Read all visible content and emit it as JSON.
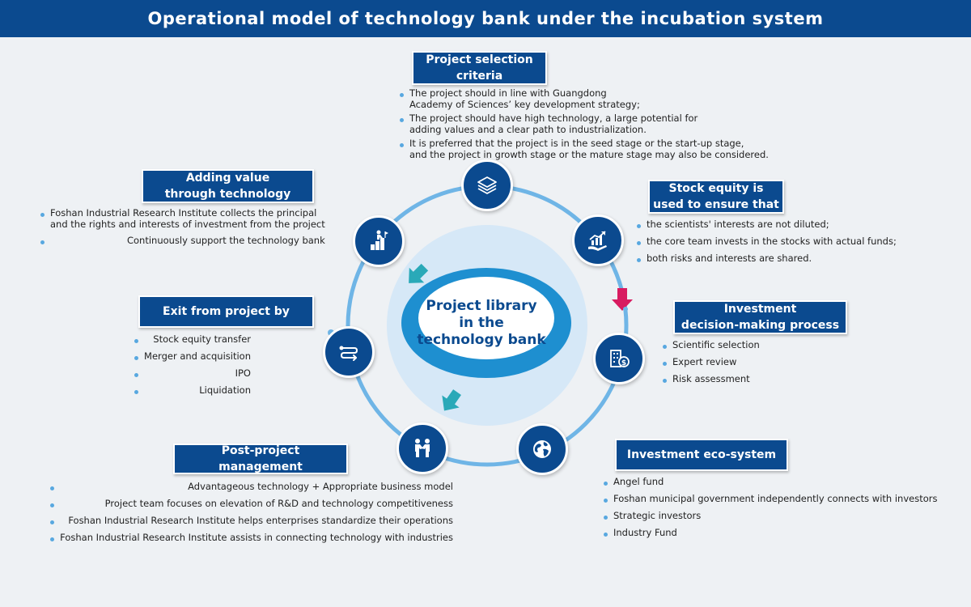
{
  "title": "Operational model of technology bank under the incubation system",
  "center_label": "Project library\nin the\ntechnology bank",
  "colors": {
    "primary": "#0b4a8f",
    "ring": "#6fb5e6",
    "accent_arrow": "#d81b60",
    "teal_arrow": "#2aa9b8",
    "bullet": "#58a8e0"
  },
  "sections": {
    "selection": {
      "label": "Project selection\ncriteria",
      "items": [
        "The project should in line with Guangdong\nAcademy of Sciences’   key development strategy;",
        "The project should have high technology, a large potential for\nadding values and a clear path to industrialization.",
        "It is preferred that the project is in the seed stage or the start-up stage,\nand the project in growth stage or the mature stage may also be considered."
      ]
    },
    "stock": {
      "label": "Stock equity is\nused to ensure that",
      "items": [
        "the scientists' interests are not diluted;",
        "the core team invests in the stocks with actual funds;",
        "both risks and interests are shared."
      ]
    },
    "decision": {
      "label": "Investment\ndecision-making process",
      "items": [
        "Scientific selection",
        "Expert review",
        "Risk assessment"
      ]
    },
    "eco": {
      "label": "Investment eco-system",
      "items": [
        "Angel fund",
        "Foshan municipal government independently connects with investors",
        "Strategic investors",
        "Industry Fund"
      ]
    },
    "post": {
      "label": "Post-project management",
      "items": [
        "Advantageous technology + Appropriate business model",
        "Project team focuses on elevation of R&D and technology competitiveness",
        "Foshan Industrial Research Institute helps enterprises standardize their operations",
        "Foshan Industrial Research Institute assists in connecting technology with industries"
      ]
    },
    "exit": {
      "label": "Exit from project by",
      "items": [
        "Stock equity transfer",
        "Merger and acquisition",
        "IPO",
        "Liquidation"
      ]
    },
    "adding": {
      "label": "Adding value\nthrough technology",
      "items": [
        "Foshan Industrial Research Institute collects the principal\nand the rights and interests of investment from the project",
        "Continuously support the technology bank"
      ]
    }
  },
  "icons": [
    "layers-icon",
    "growth-chart-icon",
    "finance-building-icon",
    "globe-icon",
    "handshake-icon",
    "exchange-arrows-icon",
    "climbing-person-icon"
  ]
}
